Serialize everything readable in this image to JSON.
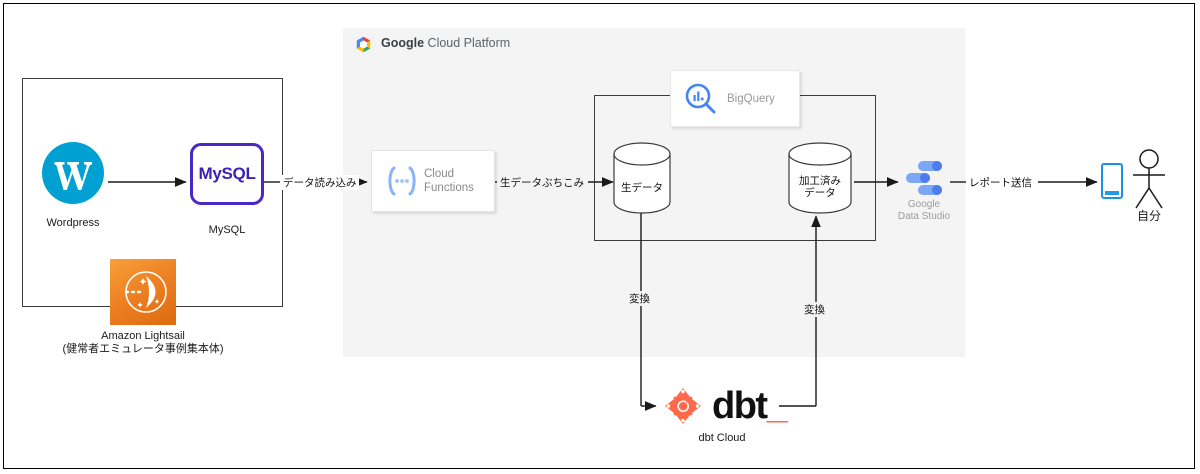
{
  "diagram": {
    "title": "Data pipeline architecture",
    "regions": {
      "gcp": {
        "brand": "Google",
        "name": " Cloud Platform",
        "icon": "google-cloud-hexagon-icon"
      },
      "source_box": {
        "name": "source-system-box"
      },
      "bigquery_box": {
        "name": "bigquery-boundary-box"
      }
    },
    "nodes": {
      "wordpress": {
        "label": "Wordpress",
        "icon": "wordpress-icon",
        "color": "#00A0D2"
      },
      "mysql": {
        "text": "MySQL",
        "label": "MySQL",
        "icon": "mysql-box-icon",
        "color": "#3a22b5"
      },
      "lightsail": {
        "label_line1": "Amazon Lightsail",
        "label_line2": "(健常者エミュレータ事例集本体)",
        "icon": "amazon-lightsail-icon",
        "color": "#ED8022"
      },
      "cloud_functions": {
        "label_line1": "Cloud",
        "label_line2": "Functions",
        "icon": "cloud-functions-icon",
        "color": "#669DF6"
      },
      "bigquery": {
        "label": "BigQuery",
        "icon": "bigquery-magnifier-icon",
        "color": "#4285F4"
      },
      "raw_data": {
        "label": "生データ",
        "icon": "database-cylinder-icon"
      },
      "processed_data": {
        "label_line1": "加工済み",
        "label_line2": "データ",
        "icon": "database-cylinder-icon"
      },
      "data_studio": {
        "label_line1": "Google",
        "label_line2": "Data Studio",
        "icon": "google-data-studio-icon",
        "color": "#669DF6"
      },
      "dbt": {
        "text": "dbt",
        "underscore": "_",
        "label": "dbt Cloud",
        "icon": "dbt-logo-icon",
        "color": "#FF694B"
      },
      "phone": {
        "icon": "smartphone-icon",
        "color": "#1A91E8"
      },
      "person": {
        "label": "自分",
        "icon": "stick-figure-icon"
      }
    },
    "edges": {
      "wp_to_mysql": "",
      "mysql_to_functions": "データ読み込み",
      "functions_to_raw": "生データぶちこみ",
      "raw_to_dbt": "変換",
      "dbt_to_processed": "変換",
      "processed_to_studio": "",
      "studio_to_phone": "レポート送信"
    }
  }
}
